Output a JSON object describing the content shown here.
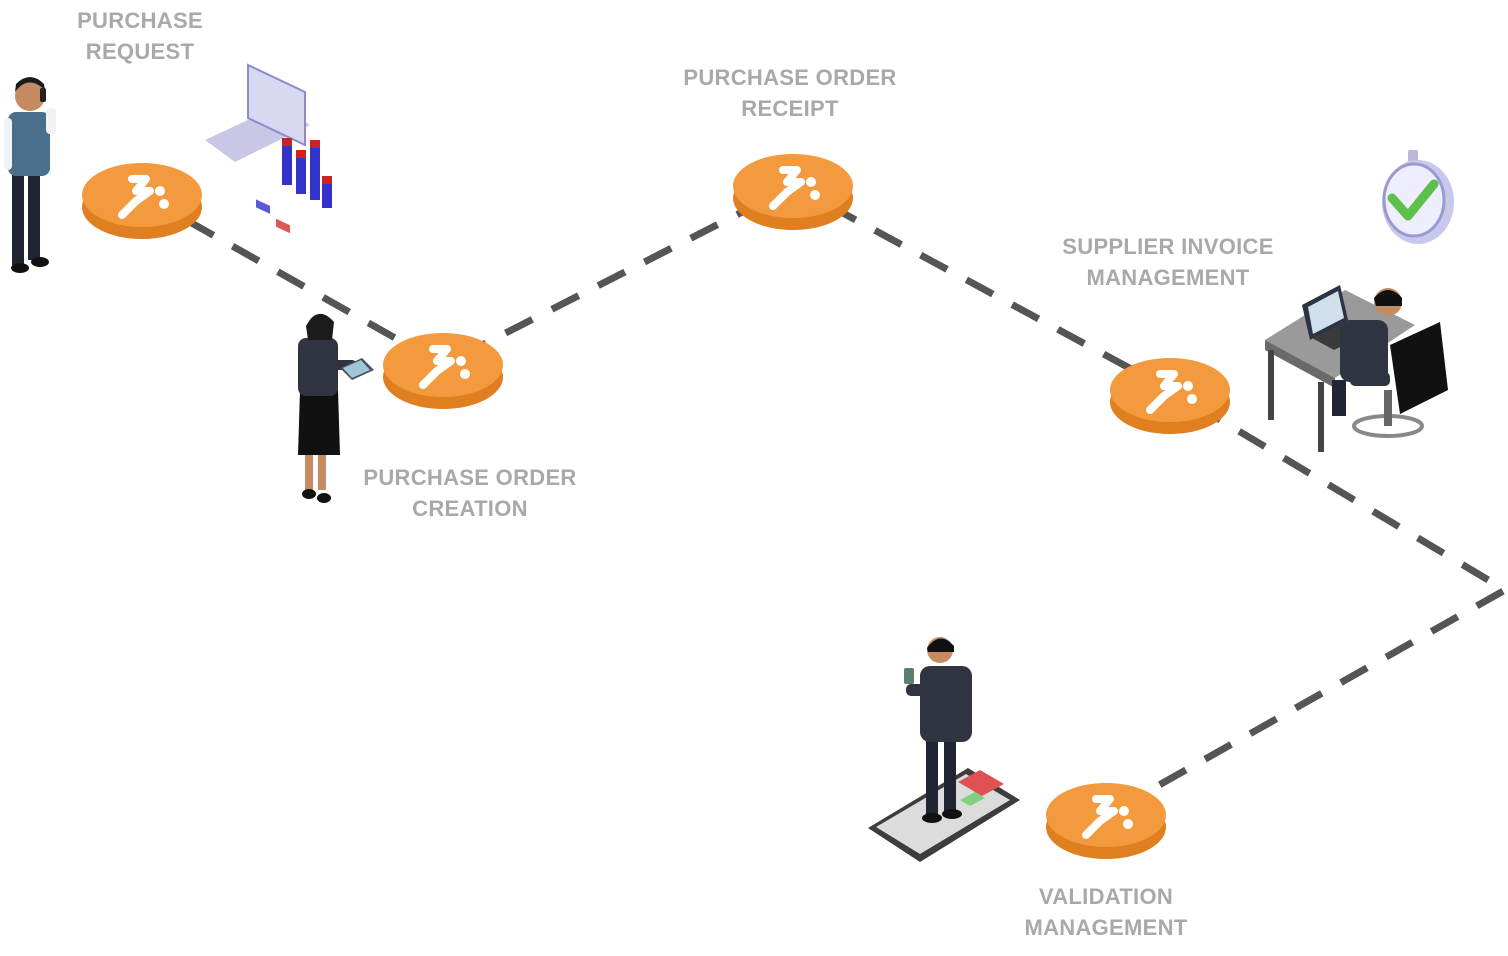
{
  "steps": [
    {
      "id": "purchase-request",
      "line1": "PURCHASE",
      "line2": "REQUEST"
    },
    {
      "id": "purchase-order-creation",
      "line1": "PURCHASE ORDER",
      "line2": "CREATION"
    },
    {
      "id": "purchase-order-receipt",
      "line1": "PURCHASE ORDER",
      "line2": "RECEIPT"
    },
    {
      "id": "supplier-invoice-management",
      "line1": "SUPPLIER INVOICE",
      "line2": "MANAGEMENT"
    },
    {
      "id": "validation-management",
      "line1": "VALIDATION",
      "line2": "MANAGEMENT"
    }
  ],
  "colors": {
    "node_top": "#f39a3f",
    "node_side": "#e07f1f",
    "path": "#555555",
    "label": "#a9a9a9",
    "suit": "#2f3440",
    "check": "#5cc04a"
  },
  "icons": [
    "node-logo-icon",
    "laptop-chart-icon",
    "stopwatch-check-icon",
    "phone-icon",
    "tablet-icon",
    "desk-computer-icon"
  ]
}
